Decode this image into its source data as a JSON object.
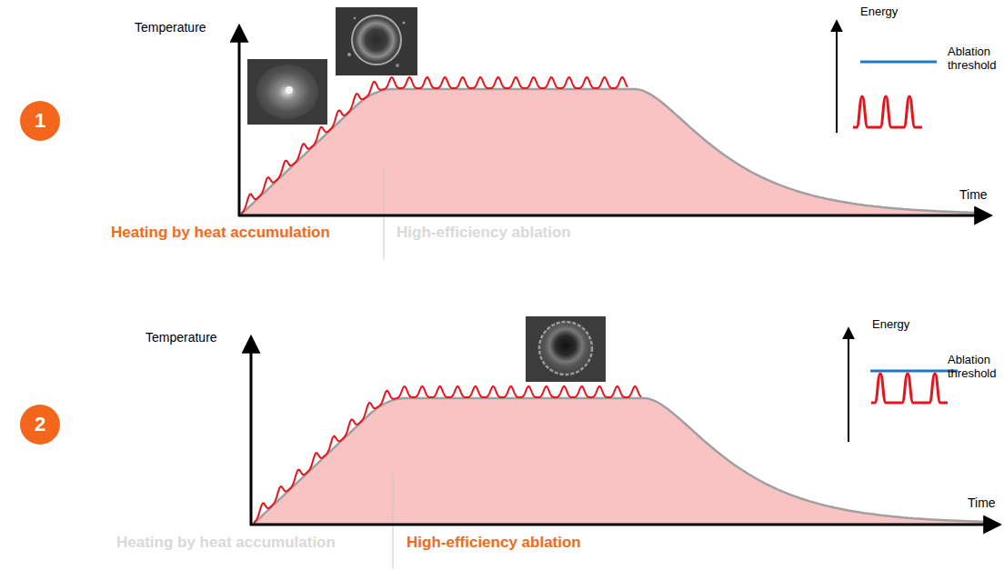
{
  "diagram": {
    "nodes": [
      {
        "text": [
          "1"
        ]
      },
      {
        "text": [
          "2"
        ]
      }
    ],
    "labels": [
      "Temperature",
      "Energy",
      "Ablation threshold",
      "Time",
      "Heating by heat accumulation",
      "High-efficiency ablation",
      "Temperature",
      "Energy",
      "Ablation threshold",
      "Time",
      "Heating by heat accumulation",
      "High-efficiency ablation"
    ]
  }
}
